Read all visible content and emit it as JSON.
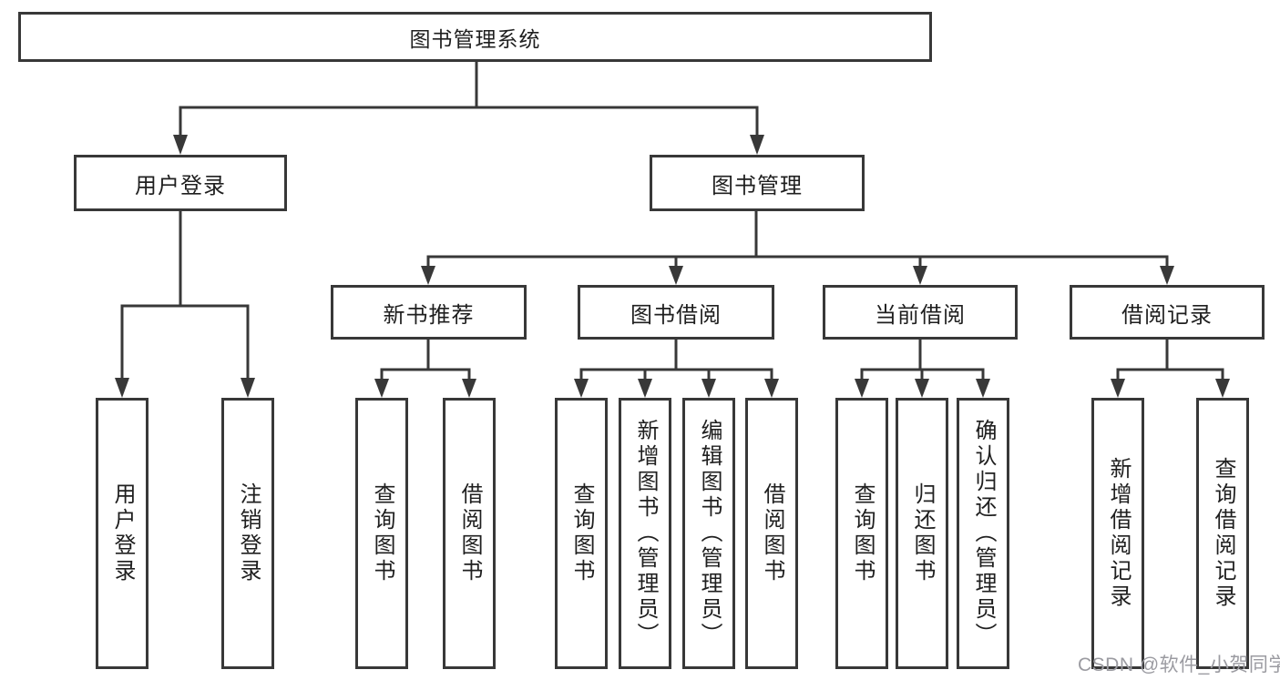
{
  "tree": {
    "root": {
      "label": "图书管理系统"
    },
    "branches": [
      {
        "label": "用户登录",
        "children": [
          "用户登录",
          "注销登录"
        ]
      },
      {
        "label": "图书管理",
        "groups": [
          {
            "label": "新书推荐",
            "children": [
              "查询图书",
              "借阅图书"
            ]
          },
          {
            "label": "图书借阅",
            "children": [
              "查询图书",
              "新增图书（管理员）",
              "编辑图书（管理员）",
              "借阅图书"
            ]
          },
          {
            "label": "当前借阅",
            "children": [
              "查询图书",
              "归还图书",
              "确认归还（管理员）"
            ]
          },
          {
            "label": "借阅记录",
            "children": [
              "新增借阅记录",
              "查询借阅记录"
            ]
          }
        ]
      }
    ]
  },
  "watermark": {
    "text": "CSDN @软件_小贺同学"
  },
  "colors": {
    "line": "#383838",
    "box_border": "#383838",
    "text": "#1f1f1f",
    "box_background": "#ffffff",
    "page_background": "#ffffff",
    "watermark": "#9b9ba1"
  }
}
